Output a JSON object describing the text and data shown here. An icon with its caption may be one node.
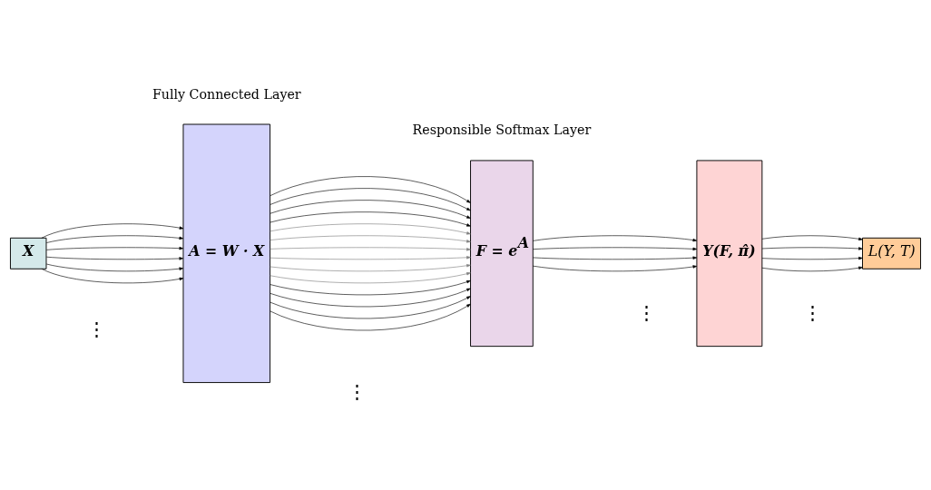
{
  "diagram": {
    "nodes": [
      {
        "text": [
          "X"
        ]
      },
      {
        "text": [
          "A = W · X"
        ]
      },
      {
        "text": [
          "F = e$^{A}$"
        ]
      },
      {
        "text": [
          "Y(F, π̂)"
        ]
      },
      {
        "text": [
          "L(Y, T)"
        ]
      }
    ],
    "edges": [
      {
        "from": 0,
        "to": 1,
        "arrow": "to"
      },
      {
        "from": 0,
        "to": 1,
        "arrow": "to"
      },
      {
        "from": 0,
        "to": 1,
        "arrow": "to"
      },
      {
        "from": 0,
        "to": 1,
        "arrow": "to"
      },
      {
        "from": 0,
        "to": 1,
        "arrow": "to"
      },
      {
        "from": 0,
        "to": 1,
        "arrow": "to"
      },
      {
        "from": 1,
        "to": 2,
        "arrow": "to"
      },
      {
        "from": 1,
        "to": 2,
        "arrow": "to"
      },
      {
        "from": 1,
        "to": 2,
        "arrow": "to"
      },
      {
        "from": 1,
        "to": 2,
        "arrow": "to"
      },
      {
        "from": 1,
        "to": 2,
        "arrow": "to",
        "color": "#808080"
      },
      {
        "from": 1,
        "to": 2,
        "arrow": "to",
        "color": "#808080"
      },
      {
        "from": 1,
        "to": 2,
        "arrow": "to",
        "color": "#808080"
      },
      {
        "from": 1,
        "to": 2,
        "arrow": "to",
        "color": "#808080"
      },
      {
        "from": 1,
        "to": 2,
        "arrow": "to",
        "color": "#808080"
      },
      {
        "from": 1,
        "to": 2,
        "arrow": "to",
        "color": "#808080"
      },
      {
        "from": 1,
        "to": 2,
        "arrow": "to"
      },
      {
        "from": 1,
        "to": 2,
        "arrow": "to"
      },
      {
        "from": 1,
        "to": 2,
        "arrow": "to"
      },
      {
        "from": 1,
        "to": 2,
        "arrow": "to"
      },
      {
        "from": 2,
        "to": 3,
        "arrow": "to"
      },
      {
        "from": 2,
        "to": 3,
        "arrow": "to"
      },
      {
        "from": 2,
        "to": 3,
        "arrow": "to"
      },
      {
        "from": 2,
        "to": 3,
        "arrow": "to"
      },
      {
        "from": 3,
        "to": 4,
        "arrow": "to"
      },
      {
        "from": 3,
        "to": 4,
        "arrow": "to"
      },
      {
        "from": 3,
        "to": 4,
        "arrow": "to"
      },
      {
        "from": 3,
        "to": 4,
        "arrow": "to"
      }
    ],
    "labels": [
      "Fully Connected Layer",
      "Responsible Softmax Layer",
      "⋮",
      "⋮",
      "⋮",
      "⋮"
    ]
  }
}
